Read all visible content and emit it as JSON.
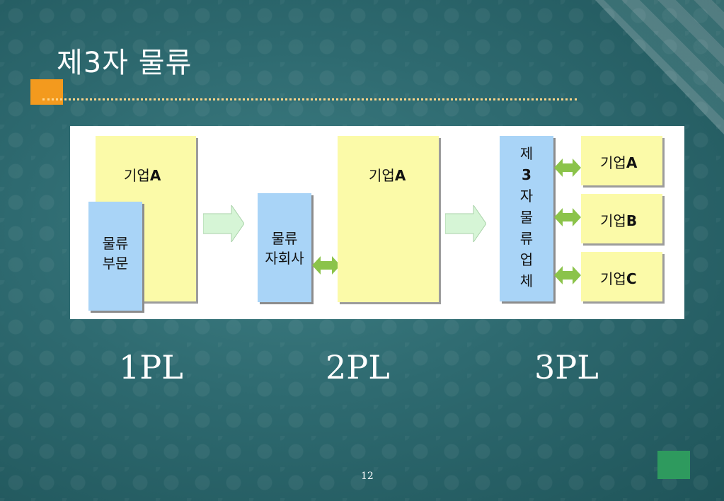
{
  "slide": {
    "title": "제3자 물류",
    "page_number": "12"
  },
  "diagram": {
    "pl1": {
      "company_main": "기업",
      "company_letter": "A",
      "logistics_line1": "물류",
      "logistics_line2": "부문"
    },
    "pl2": {
      "subsidiary_line1": "물류",
      "subsidiary_line2": "자회사",
      "company_main": "기업",
      "company_letter": "A"
    },
    "pl3": {
      "provider_chars": [
        "제",
        "3",
        "자",
        "물",
        "류",
        "업",
        "체"
      ],
      "companies": [
        {
          "main": "기업",
          "letter": "A"
        },
        {
          "main": "기업",
          "letter": "B"
        },
        {
          "main": "기업",
          "letter": "C"
        }
      ]
    }
  },
  "labels": {
    "pl1": "1PL",
    "pl2": "2PL",
    "pl3": "3PL"
  },
  "colors": {
    "yellow_box": "#fbfaa8",
    "blue_box": "#a9d4f7",
    "green_arrow": "#8bc34a",
    "flow_arrow": "#d6f5d6",
    "title_accent": "#f39a1e"
  }
}
